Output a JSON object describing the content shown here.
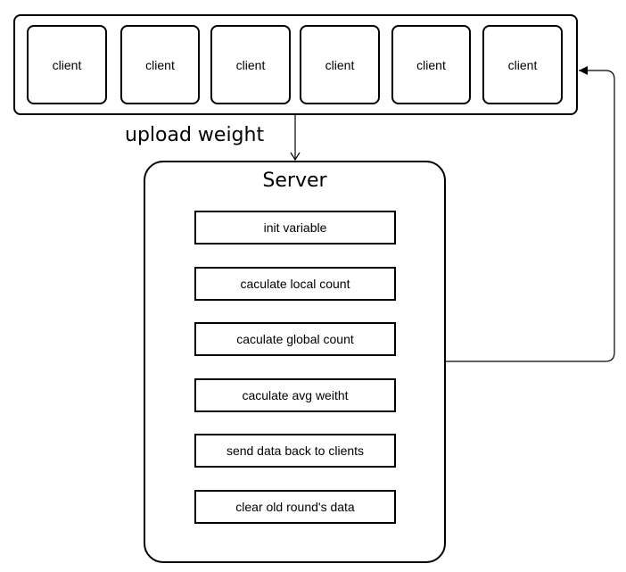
{
  "clients": {
    "labels": [
      "client",
      "client",
      "client",
      "client",
      "client",
      "client"
    ]
  },
  "edge_labels": {
    "upload": "upload weight"
  },
  "server": {
    "title": "Server",
    "steps": [
      "init variable",
      "caculate local count",
      "caculate global count",
      "caculate avg weitht",
      "send data back to clients",
      "clear old round's data"
    ]
  }
}
